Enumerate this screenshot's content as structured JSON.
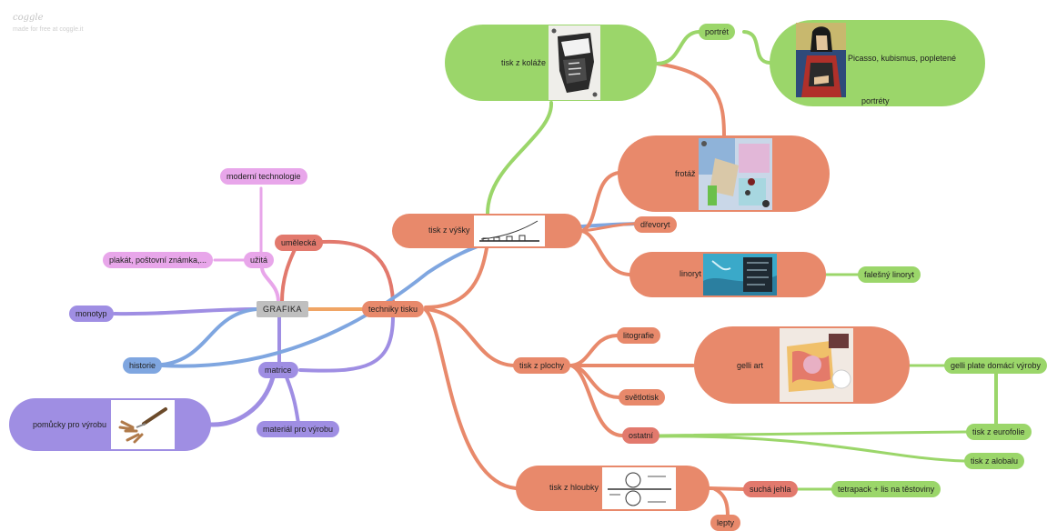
{
  "brand": {
    "logo": "coggle",
    "tagline": "made for free at coggle.it"
  },
  "colors": {
    "orange": "#e8896b",
    "green": "#9bd66a",
    "blue": "#7fa6e0",
    "purple": "#9f8ee3",
    "pink": "#e8a6ea",
    "red": "#e2796d",
    "gray": "#bfbfbf"
  },
  "nodes": {
    "grafika": "GRAFIKA",
    "techniky": "techniky tisku",
    "umelecka": "umělecká",
    "uzita": "užitá",
    "moderni": "moderní technologie",
    "plakat": "plakát, poštovní známka,...",
    "monotyp": "monotyp",
    "historie": "historie",
    "matrice": "matrice",
    "pomucky": "pomůcky pro výrobu",
    "material": "materiál pro výrobu",
    "tisk_kolaze": "tisk z koláže",
    "portret": "portrét",
    "picasso_line1": "Picasso, kubismus, popletené",
    "picasso_line2": "portréty",
    "frotaz": "frotáž",
    "tisk_vysky": "tisk z výšky",
    "drevoryt": "dřevoryt",
    "linoryt": "linoryt",
    "falesny": "falešný linoryt",
    "tisk_plochy": "tisk z plochy",
    "litografie": "litografie",
    "gelli": "gelli art",
    "gelli_plate": "gelli plate domácí výroby",
    "svetlotisk": "světlotisk",
    "ostatni": "ostatní",
    "eurofolie": "tisk z eurofolie",
    "alobalu": "tisk z alobalu",
    "tisk_hloubky": "tisk z hloubky",
    "sucha": "suchá jehla",
    "tetrapack": "tetrapack + lis na těstoviny",
    "lepty": "lepty"
  }
}
